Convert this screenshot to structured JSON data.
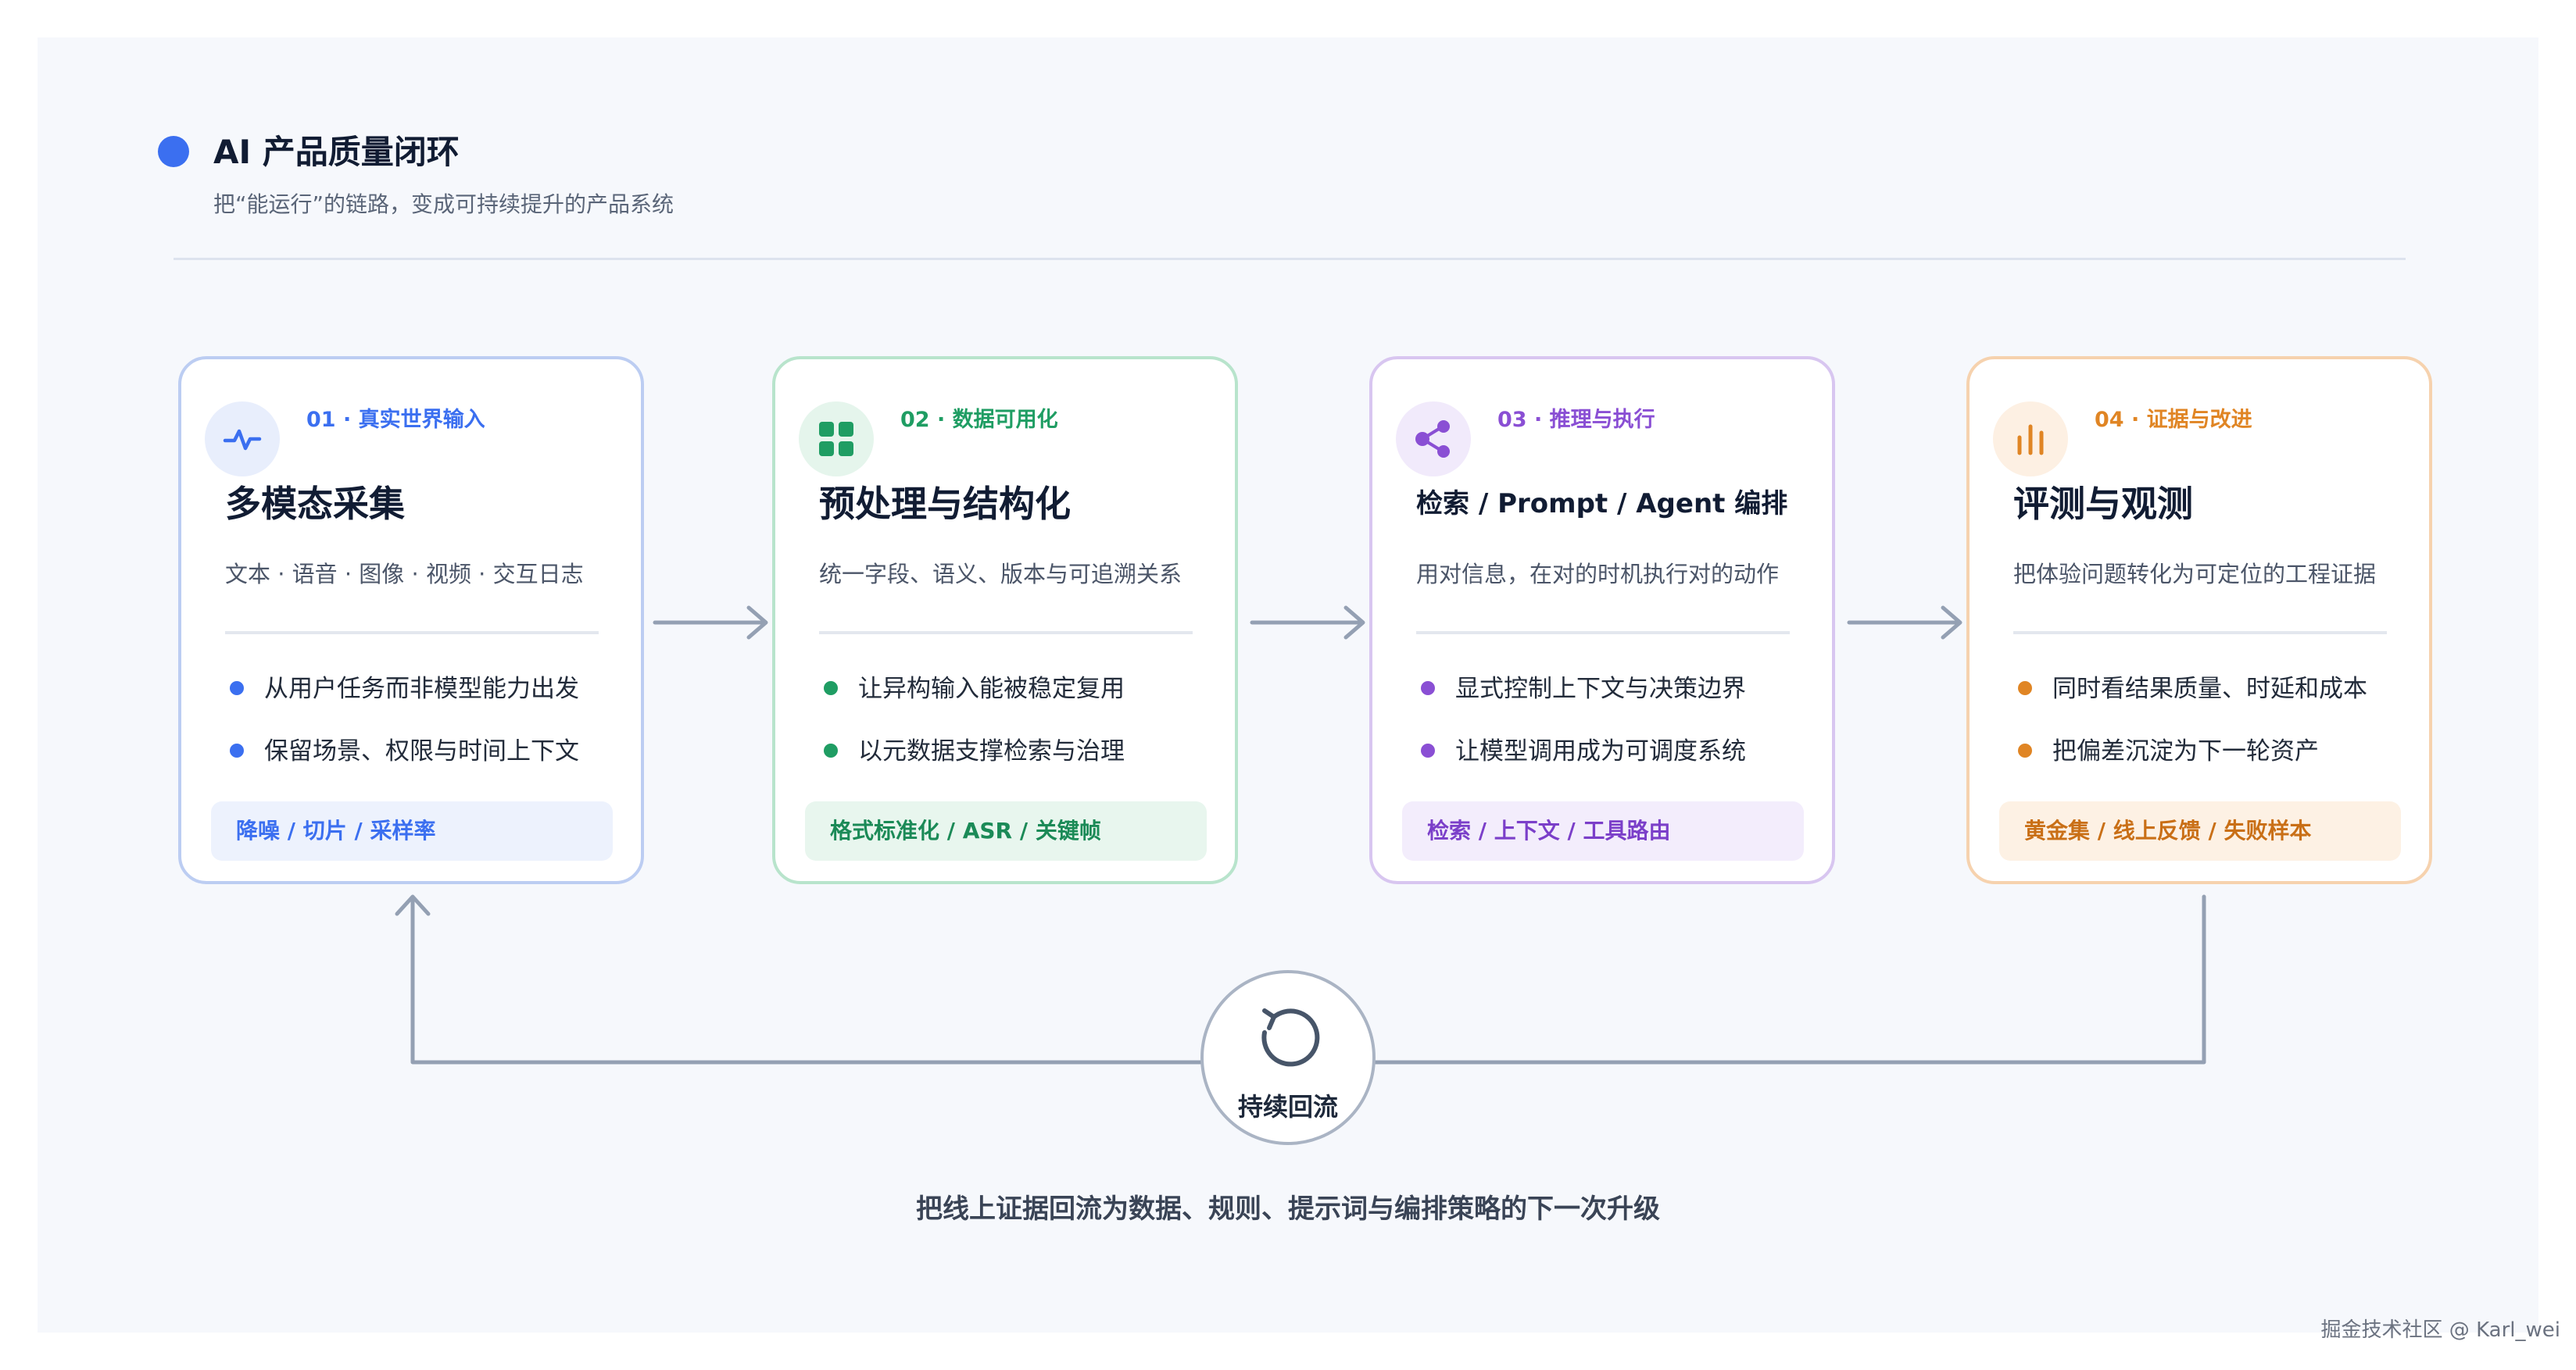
{
  "header": {
    "title": "AI 产品质量闭环",
    "subtitle": "把“能运行”的链路，变成可持续提升的产品系统"
  },
  "cards": [
    {
      "step": "01 · 真实世界输入",
      "title": "多模态采集",
      "desc": "文本 · 语音 · 图像 · 视频 · 交互日志",
      "bullets": [
        "从用户任务而非模型能力出发",
        "保留场景、权限与时间上下文"
      ],
      "tag": "降噪 / 切片 / 采样率",
      "icon": "pulse-icon",
      "accent": "#3b6ff0"
    },
    {
      "step": "02 · 数据可用化",
      "title": "预处理与结构化",
      "desc": "统一字段、语义、版本与可追溯关系",
      "bullets": [
        "让异构输入能被稳定复用",
        "以元数据支撑检索与治理"
      ],
      "tag": "格式标准化 / ASR / 关键帧",
      "icon": "grid-icon",
      "accent": "#1f9d63"
    },
    {
      "step": "03 · 推理与执行",
      "title": "检索 / Prompt / Agent 编排",
      "desc": "用对信息，在对的时机执行对的动作",
      "bullets": [
        "显式控制上下文与决策边界",
        "让模型调用成为可调度系统"
      ],
      "tag": "检索 / 上下文 / 工具路由",
      "icon": "share-nodes-icon",
      "accent": "#8a4fd4"
    },
    {
      "step": "04 · 证据与改进",
      "title": "评测与观测",
      "desc": "把体验问题转化为可定位的工程证据",
      "bullets": [
        "同时看结果质量、时延和成本",
        "把偏差沉淀为下一轮资产"
      ],
      "tag": "黄金集 / 线上反馈 / 失败样本",
      "icon": "bar-chart-icon",
      "accent": "#e08524"
    }
  ],
  "loop": {
    "label": "持续回流",
    "caption": "把线上证据回流为数据、规则、提示词与编排策略的下一次升级",
    "icon": "refresh-icon"
  },
  "watermark": "掘金技术社区 @ Karl_wei"
}
